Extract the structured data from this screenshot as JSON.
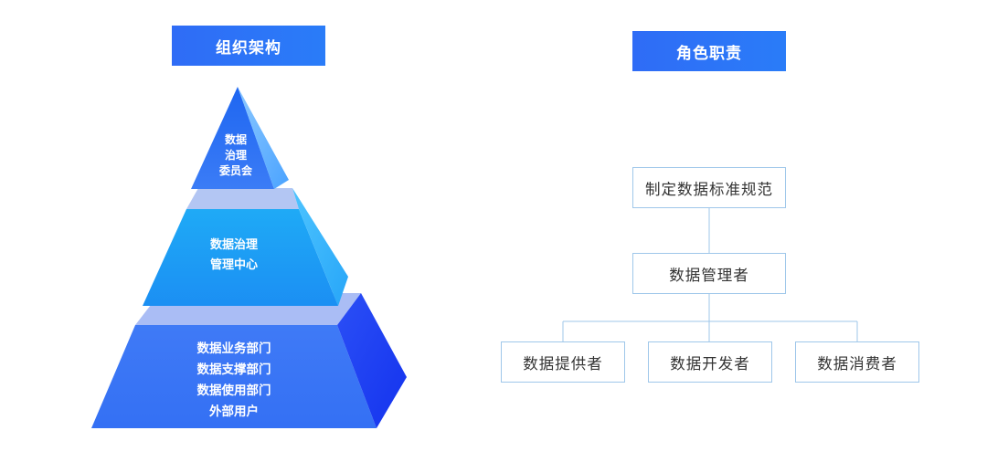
{
  "left": {
    "title": "组织架构",
    "tiers": [
      {
        "lines": [
          "数据",
          "治理",
          "委员会"
        ]
      },
      {
        "lines": [
          "数据治理",
          "管理中心"
        ]
      },
      {
        "lines": [
          "数据业务部门",
          "数据支撑部门",
          "数据使用部门",
          "外部用户"
        ]
      }
    ]
  },
  "right": {
    "title": "角色职责",
    "root": "制定数据标准规范",
    "middle": "数据管理者",
    "children": [
      "数据提供者",
      "数据开发者",
      "数据消费者"
    ]
  },
  "colors": {
    "header": "#2f6cf6",
    "node_border": "#9fc7ea",
    "connector": "#9fc7ea"
  }
}
